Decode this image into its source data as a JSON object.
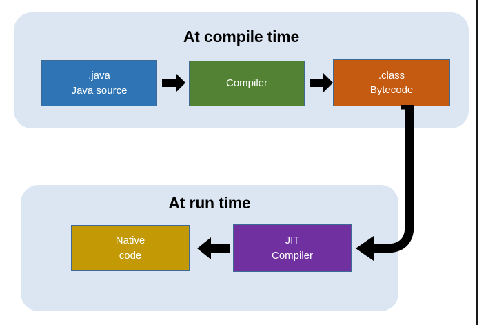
{
  "diagram": {
    "title_semantic": "java-compilation-and-jit-execution-flow",
    "background_color": "#ffffff",
    "panel_color": "#dce6f2",
    "frame_border_color": "#1a1a1a"
  },
  "phases": [
    {
      "id": "compile",
      "title": "At compile time",
      "boxes": [
        {
          "id": "java-source",
          "line1": ".java",
          "line2": "Java source",
          "color": "#2f75b5"
        },
        {
          "id": "compiler",
          "line1": "Compiler",
          "line2": "",
          "color": "#548235"
        },
        {
          "id": "class-bytecode",
          "line1": ".class",
          "line2": "Bytecode",
          "color": "#c55a11"
        }
      ]
    },
    {
      "id": "runtime",
      "title": "At run time",
      "boxes": [
        {
          "id": "native-code",
          "line1": "Native",
          "line2": "code",
          "color": "#c39a05"
        },
        {
          "id": "jit-compiler",
          "line1": "JIT",
          "line2": "Compiler",
          "color": "#7030a0"
        }
      ]
    }
  ],
  "arrows": [
    {
      "id": "java-to-compiler",
      "direction": "right",
      "from": "java-source",
      "to": "compiler",
      "color": "#000000"
    },
    {
      "id": "compiler-to-class",
      "direction": "right",
      "from": "compiler",
      "to": "class-bytecode",
      "color": "#000000"
    },
    {
      "id": "class-to-jit",
      "direction": "elbow-down-left",
      "from": "class-bytecode",
      "to": "jit-compiler",
      "color": "#000000"
    },
    {
      "id": "jit-to-native",
      "direction": "left",
      "from": "jit-compiler",
      "to": "native-code",
      "color": "#000000"
    }
  ]
}
